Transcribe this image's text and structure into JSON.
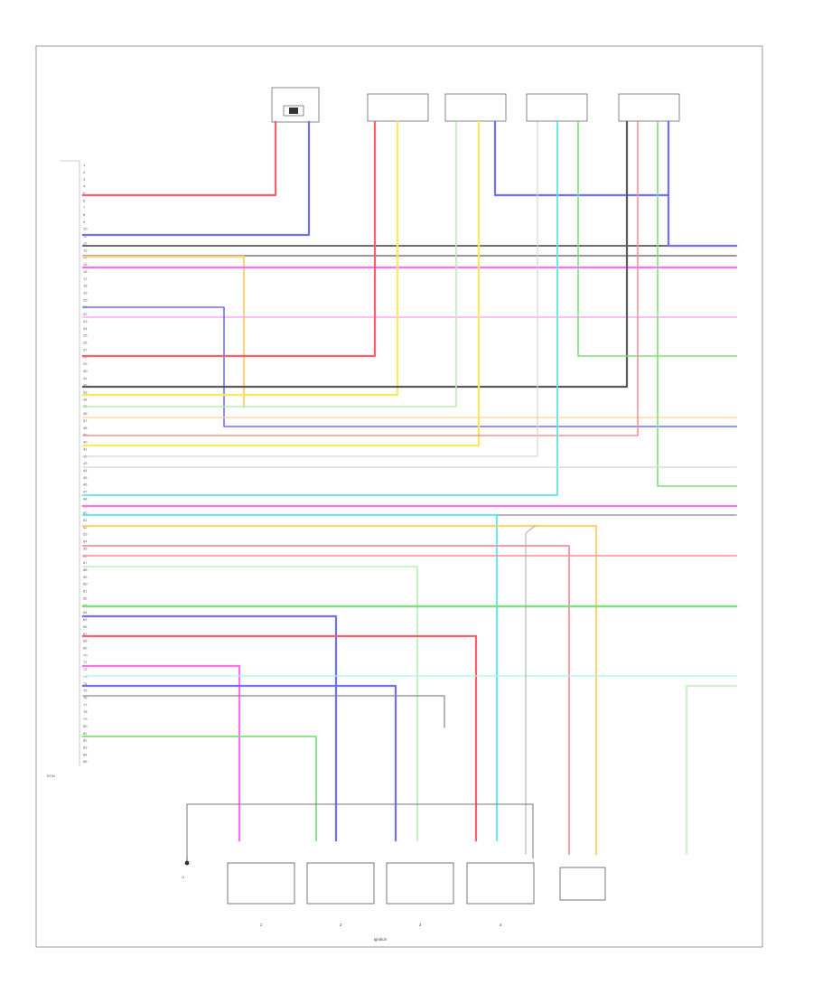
{
  "pins": [
    "1",
    "2",
    "3",
    "4",
    "5",
    "6",
    "7",
    "8",
    "9",
    "10",
    "11",
    "12",
    "13",
    "14",
    "15",
    "16",
    "17",
    "18",
    "19",
    "20",
    "21",
    "22",
    "23",
    "24",
    "25",
    "26",
    "27",
    "28",
    "29",
    "30",
    "31",
    "32",
    "33",
    "34",
    "35",
    "36",
    "37",
    "38",
    "39",
    "40",
    "41",
    "42",
    "43",
    "44",
    "45",
    "46",
    "47",
    "48",
    "49",
    "50",
    "51",
    "52",
    "53",
    "54",
    "55",
    "56",
    "57",
    "58",
    "59",
    "60",
    "61",
    "62",
    "63",
    "64",
    "65",
    "66",
    "67",
    "68",
    "69",
    "70",
    "71",
    "72",
    "73",
    "74",
    "75",
    "76",
    "77",
    "78",
    "79",
    "80",
    "81",
    "82",
    "83",
    "84",
    "85"
  ],
  "ecm_label": "ECM",
  "ground_label": "G",
  "coil_labels": [
    "1",
    "2",
    "3",
    "4"
  ],
  "coil_group_label": "Ignition",
  "colors": {
    "red": "#ff5d6c",
    "pink": "#ff6ff2",
    "blue": "#6e6eff",
    "yellow": "#ffe85a",
    "orange": "#ffd27a",
    "green": "#7de07d",
    "cyan": "#55e8ee",
    "black": "#5a5a5a",
    "peach": "#ffc4a2",
    "lgreen": "#b6efb0",
    "gray": "#bdbdbd",
    "frame": "#9a9a9a"
  }
}
